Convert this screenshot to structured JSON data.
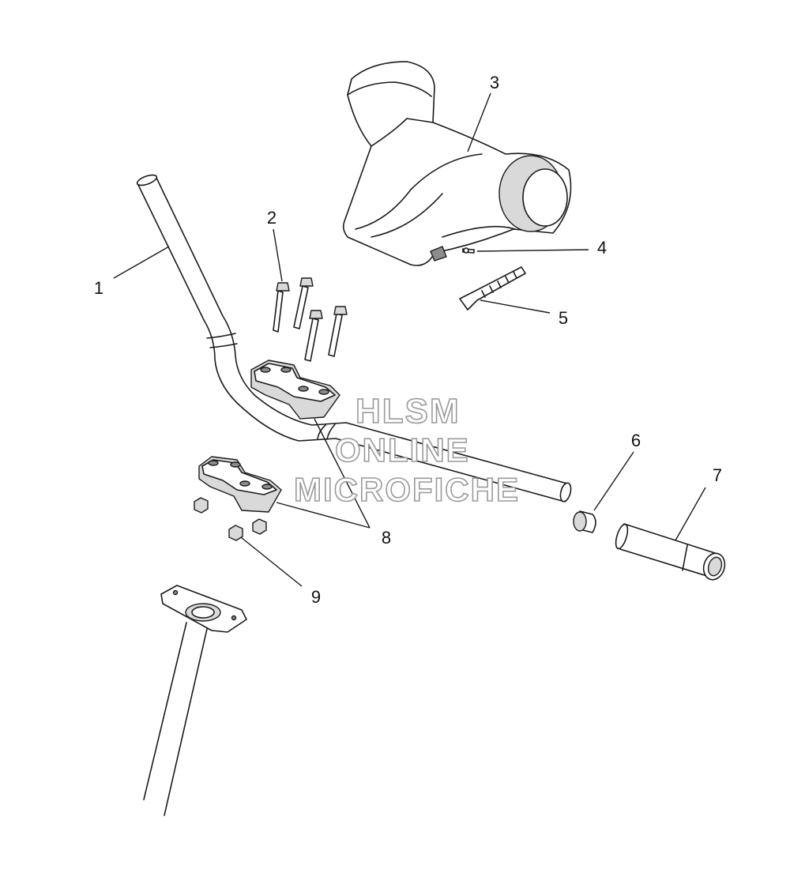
{
  "diagram": {
    "callouts": [
      "1",
      "2",
      "3",
      "4",
      "5",
      "6",
      "7",
      "8",
      "9"
    ],
    "watermark": {
      "line1": "HLSM",
      "line2": "ONLINE",
      "line3": "MICROFICHE"
    },
    "colors": {
      "line": "#1a1a1a",
      "shade": "#d9d9d9",
      "watermark_outline": "#9a9a9a"
    }
  }
}
